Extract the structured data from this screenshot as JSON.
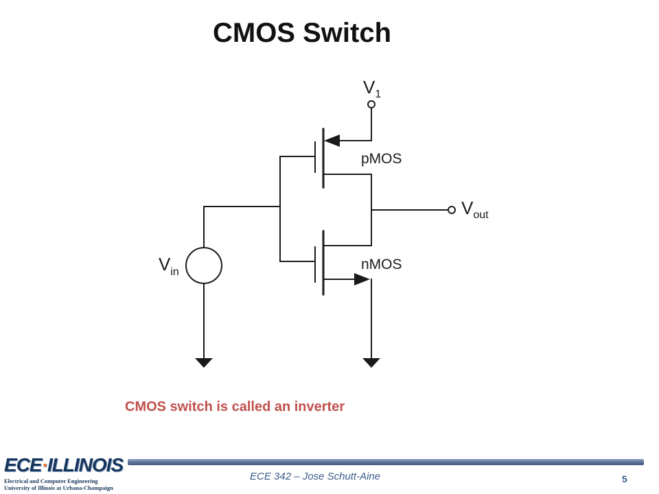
{
  "slide": {
    "title": "CMOS Switch",
    "caption": "CMOS switch is called an inverter"
  },
  "circuit": {
    "supply_label": "V",
    "supply_subscript": "1",
    "pmos_label": "pMOS",
    "nmos_label": "nMOS",
    "output_label": "V",
    "output_subscript": "out",
    "input_label": "V",
    "input_subscript": "in"
  },
  "footer": {
    "course": "ECE 342 – Jose Schutt-Aine",
    "page_number": "5"
  },
  "logo": {
    "left": "ECE",
    "dot": "·",
    "right": "ILLINOIS",
    "line1": "Electrical and Computer Engineering",
    "line2": "University of Illinois at Urbana-Champaign"
  },
  "colors": {
    "caption": "#c0504d",
    "footer_text": "#3a5a8c",
    "footer_bar": "#5a7096",
    "logo": "#17365d",
    "logo_dot": "#e87722"
  }
}
